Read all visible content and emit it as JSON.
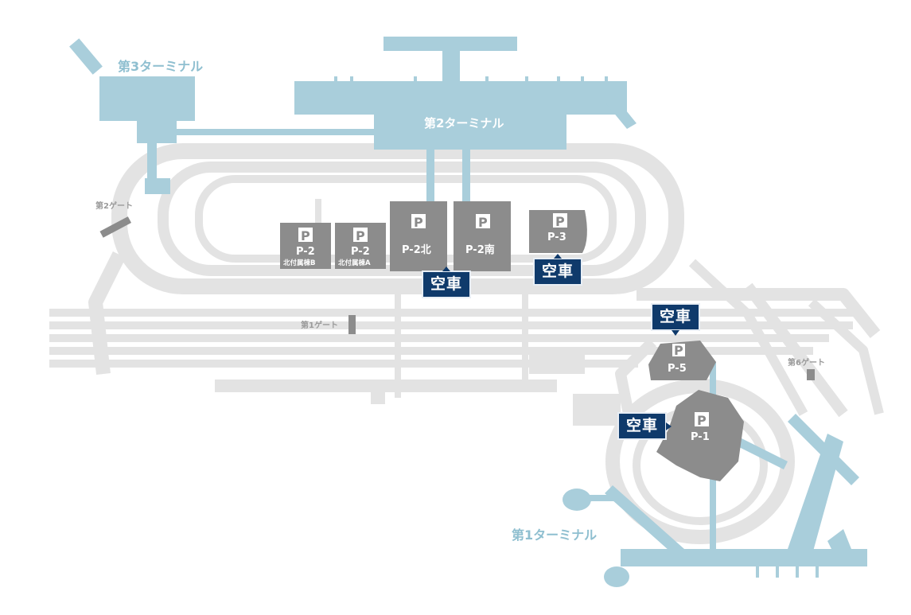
{
  "colors": {
    "terminal": "#a9cedb",
    "road": "#e3e3e3",
    "parking": "#8c8c8c",
    "status_badge": "#0f3a6b",
    "gate": "#8c8c8c"
  },
  "terminals": {
    "t1": "第1ターミナル",
    "t2": "第2ターミナル",
    "t3": "第3ターミナル"
  },
  "gates": {
    "g1": "第1ゲート",
    "g2": "第2ゲート",
    "g6": "第6ゲート"
  },
  "parking_lots": [
    {
      "id": "p2-north-annex-b",
      "icon": "P",
      "name": "P-2",
      "sub": "北付属棟B"
    },
    {
      "id": "p2-north-annex-a",
      "icon": "P",
      "name": "P-2",
      "sub": "北付属棟A"
    },
    {
      "id": "p2-north",
      "icon": "P",
      "name": "P-2北",
      "sub": ""
    },
    {
      "id": "p2-south",
      "icon": "P",
      "name": "P-2南",
      "sub": ""
    },
    {
      "id": "p3",
      "icon": "P",
      "name": "P-3",
      "sub": ""
    },
    {
      "id": "p5",
      "icon": "P",
      "name": "P-5",
      "sub": ""
    },
    {
      "id": "p1",
      "icon": "P",
      "name": "P-1",
      "sub": ""
    }
  ],
  "status": {
    "p2": "空車",
    "p3": "空車",
    "p5": "空車",
    "p1": "空車"
  }
}
